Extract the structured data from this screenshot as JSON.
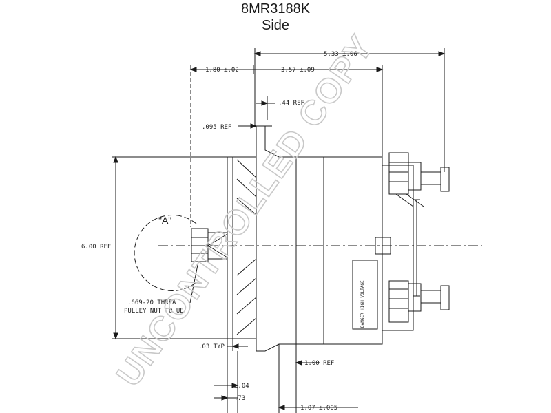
{
  "title": {
    "part_number": "8MR3188K",
    "view": "Side"
  },
  "dimensions": {
    "overall_length": "5.33 ±.06",
    "pulley_offset": "1.80 ±.02",
    "body_length": "3.57 ±.09",
    "flange_ref": ".44 REF",
    "flange_thickness": ".095 REF",
    "height_ref": "6.00 REF",
    "thread_line1": ".669-20 THREA",
    "thread_line2": "PULLEY NUT TO   UE",
    "gap_typ": ".03 TYP",
    "base_ref": "1.00 REF",
    "small_offset": "±.04",
    "mount_width": ".73",
    "mount_offset": "1.07 ±.005"
  },
  "detail_label": "\"A\"",
  "label_text": "DANGER HIGH VOLTAGE",
  "watermark": "UNCONTROLLED COPY"
}
